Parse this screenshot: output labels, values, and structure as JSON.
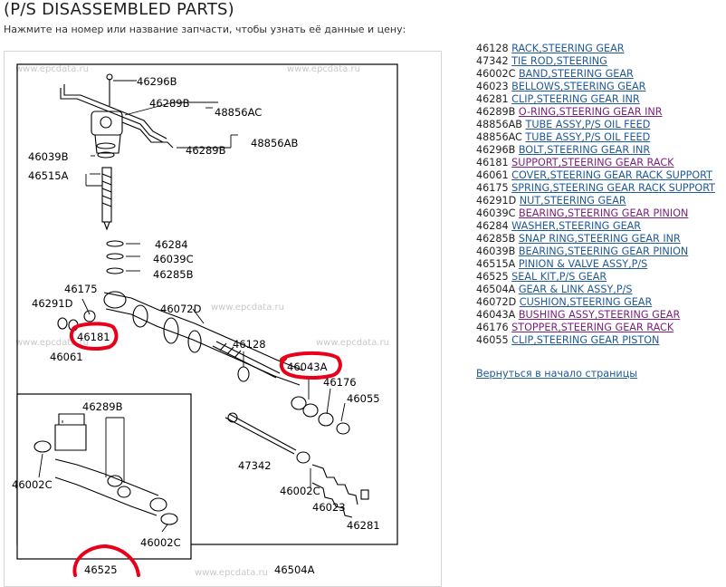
{
  "page": {
    "title": "(P/S DISASSEMBLED PARTS)",
    "instruction": "Нажмите на номер или название запчасти, чтобы узнать её данные и цену:",
    "back_link": "Вернуться в начало страницы"
  },
  "diagram": {
    "watermark": "www.epcdata.ru",
    "labels": {
      "l46296B": "46296B",
      "l46289B_a": "46289B",
      "l48856AC": "48856AC",
      "l46289B_b": "46289B",
      "l48856AB": "48856AB",
      "l46039B": "46039B",
      "l46515A": "46515A",
      "l46284": "46284",
      "l46039C": "46039C",
      "l46285B": "46285B",
      "l46175": "46175",
      "l46291D": "46291D",
      "l46072D": "46072D",
      "l46181": "46181",
      "l46061": "46061",
      "l46128": "46128",
      "l46043A": "46043A",
      "l46176": "46176",
      "l46055": "46055",
      "l46289B_c": "46289B",
      "l47342": "47342",
      "l46002C_a": "46002C",
      "l46002C_b": "46002C",
      "l46023": "46023",
      "l46281": "46281",
      "l46002C_c": "46002C",
      "l46525": "46525",
      "l46504A": "46504A"
    }
  },
  "parts": [
    {
      "code": "46128",
      "name": "RACK,STEERING GEAR",
      "visited": false
    },
    {
      "code": "47342",
      "name": "TIE ROD,STEERING",
      "visited": false
    },
    {
      "code": "46002C",
      "name": "BAND,STEERING GEAR",
      "visited": false
    },
    {
      "code": "46023",
      "name": "BELLOWS,STEERING GEAR",
      "visited": false
    },
    {
      "code": "46281",
      "name": "CLIP,STEERING GEAR INR",
      "visited": false
    },
    {
      "code": "46289B",
      "name": "O-RING,STEERING GEAR INR",
      "visited": true
    },
    {
      "code": "48856AB",
      "name": "TUBE ASSY,P/S OIL FEED",
      "visited": false
    },
    {
      "code": "48856AC",
      "name": "TUBE ASSY,P/S OIL FEED",
      "visited": false
    },
    {
      "code": "46296B",
      "name": "BOLT,STEERING GEAR INR",
      "visited": false
    },
    {
      "code": "46181",
      "name": "SUPPORT,STEERING GEAR RACK",
      "visited": true
    },
    {
      "code": "46061",
      "name": "COVER,STEERING GEAR RACK SUPPORT",
      "visited": false
    },
    {
      "code": "46175",
      "name": "SPRING,STEERING GEAR RACK SUPPORT",
      "visited": false
    },
    {
      "code": "46291D",
      "name": "NUT,STEERING GEAR",
      "visited": false
    },
    {
      "code": "46039C",
      "name": "BEARING,STEERING GEAR PINION",
      "visited": true
    },
    {
      "code": "46284",
      "name": "WASHER,STEERING GEAR",
      "visited": false
    },
    {
      "code": "46285B",
      "name": "SNAP RING,STEERING GEAR INR",
      "visited": false
    },
    {
      "code": "46039B",
      "name": "BEARING,STEERING GEAR PINION",
      "visited": false
    },
    {
      "code": "46515A",
      "name": "PINION & VALVE ASSY,P/S",
      "visited": false
    },
    {
      "code": "46525",
      "name": "SEAL KIT,P/S GEAR",
      "visited": false
    },
    {
      "code": "46504A",
      "name": "GEAR & LINK ASSY,P/S",
      "visited": false
    },
    {
      "code": "46072D",
      "name": "CUSHION,STEERING GEAR",
      "visited": false
    },
    {
      "code": "46043A",
      "name": "BUSHING ASSY,STEERING GEAR",
      "visited": true
    },
    {
      "code": "46176",
      "name": "STOPPER,STEERING GEAR RACK",
      "visited": true
    },
    {
      "code": "46055",
      "name": "CLIP,STEERING GEAR PISTON",
      "visited": false
    }
  ],
  "colors": {
    "link": "#1f5a9a",
    "visited": "#7a1f7a",
    "highlight": "#e8001a"
  }
}
